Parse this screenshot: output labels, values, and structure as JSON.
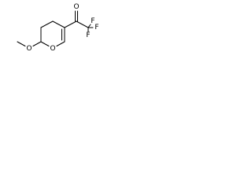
{
  "diagram": {
    "atoms": {
      "ring_oxygen": "O",
      "ether_oxygen": "O",
      "carbonyl_oxygen": "O",
      "fluorine_1": "F",
      "fluorine_2": "F",
      "fluorine_3": "F"
    },
    "colors": {
      "bond": "#000000",
      "label": "#000000",
      "background": "#ffffff"
    }
  }
}
